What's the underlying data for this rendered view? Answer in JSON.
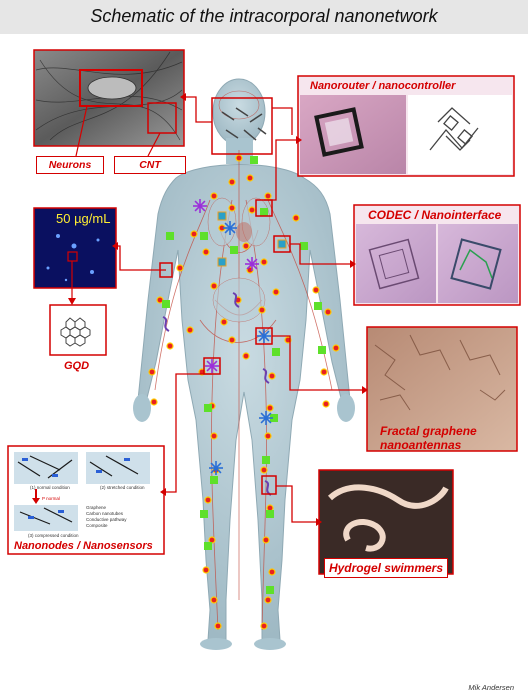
{
  "title": "Schematic of the intracorporal nanonetwork",
  "labels": {
    "neurons": "Neurons",
    "cnt": "CNT",
    "nanorouter": "Nanorouter / nanocontroller",
    "codec": "CODEC / Nanointerface",
    "fractal": "Fractal graphene nanoantennas",
    "nanonodes": "Nanonodes / Nanosensors",
    "hydrogel": "Hydrogel swimmers",
    "gqd": "GQD",
    "concentration": "50 µg/mL"
  },
  "legend_items": {
    "graphene": "Graphene",
    "cnt": "Carbon nanotubes",
    "path": "Conductive pathway",
    "composite": "Composite",
    "normal": "(1) normal condition",
    "stretched": "(2) stretched condition",
    "compressed": "(3) compressed condition",
    "p_normal": "P normal"
  },
  "credit": "Mik Andersen",
  "colors": {
    "accent": "#d40000",
    "body": "#a9c4cf",
    "dot": "#e82020",
    "dot_ring": "#ffcc00",
    "node": "#5ee02a",
    "asterisk_blue": "#2a6fd6",
    "asterisk_purple": "#9b30d9"
  }
}
